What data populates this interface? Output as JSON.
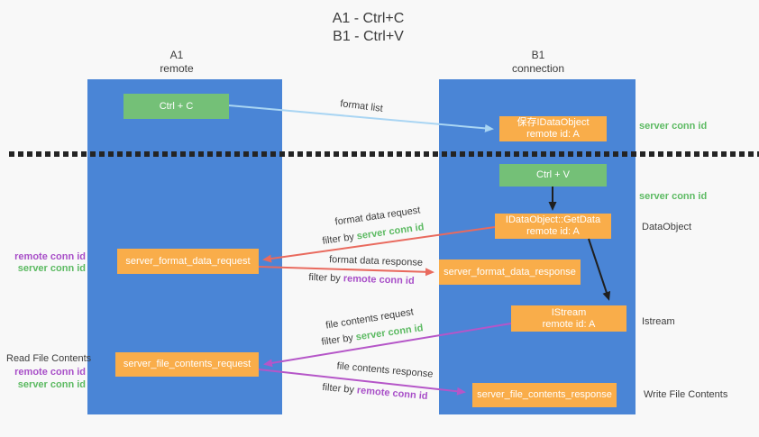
{
  "title": {
    "line1": "A1 - Ctrl+C",
    "line2": "B1 - Ctrl+V"
  },
  "columns": {
    "left": {
      "name": "A1",
      "subtitle": "remote"
    },
    "right": {
      "name": "B1",
      "subtitle": "connection"
    }
  },
  "boxes": {
    "ctrl_c": "Ctrl + C",
    "ctrl_v": "Ctrl + V",
    "save_dataobject": {
      "line1": "保存IDataObject",
      "line2": "remote id: A"
    },
    "getdata": {
      "line1": "IDataObject::GetData",
      "line2": "remote id: A"
    },
    "istream": {
      "line1": "IStream",
      "line2": "remote id: A"
    },
    "format_request": "server_format_data_request",
    "format_response": "server_format_data_response",
    "file_request": "server_file_contents_request",
    "file_response": "server_file_contents_response"
  },
  "labels": {
    "format_list": "format list",
    "format_data_request": "format data request",
    "format_data_response": "format data response",
    "file_contents_request": "file contents request",
    "file_contents_response": "file contents response",
    "filter_by": "filter by",
    "server_conn_id": "server conn id",
    "remote_conn_id": "remote conn id",
    "dataobject": "DataObject",
    "istream": "Istream",
    "read_file_contents": "Read File Contents",
    "write_file_contents": "Write File Contents"
  },
  "colors": {
    "column_blue": "#4a85d6",
    "box_green": "#74c077",
    "box_orange": "#f9ad4a",
    "arrow_light_blue": "#a9d5f3",
    "arrow_red": "#e96a5e",
    "arrow_purple": "#b556c8",
    "arrow_black": "#1f1f1f",
    "text_green": "#5cba62",
    "text_purple": "#a84fc8",
    "text_gray": "#3c3c3c",
    "background": "#f8f8f8"
  }
}
